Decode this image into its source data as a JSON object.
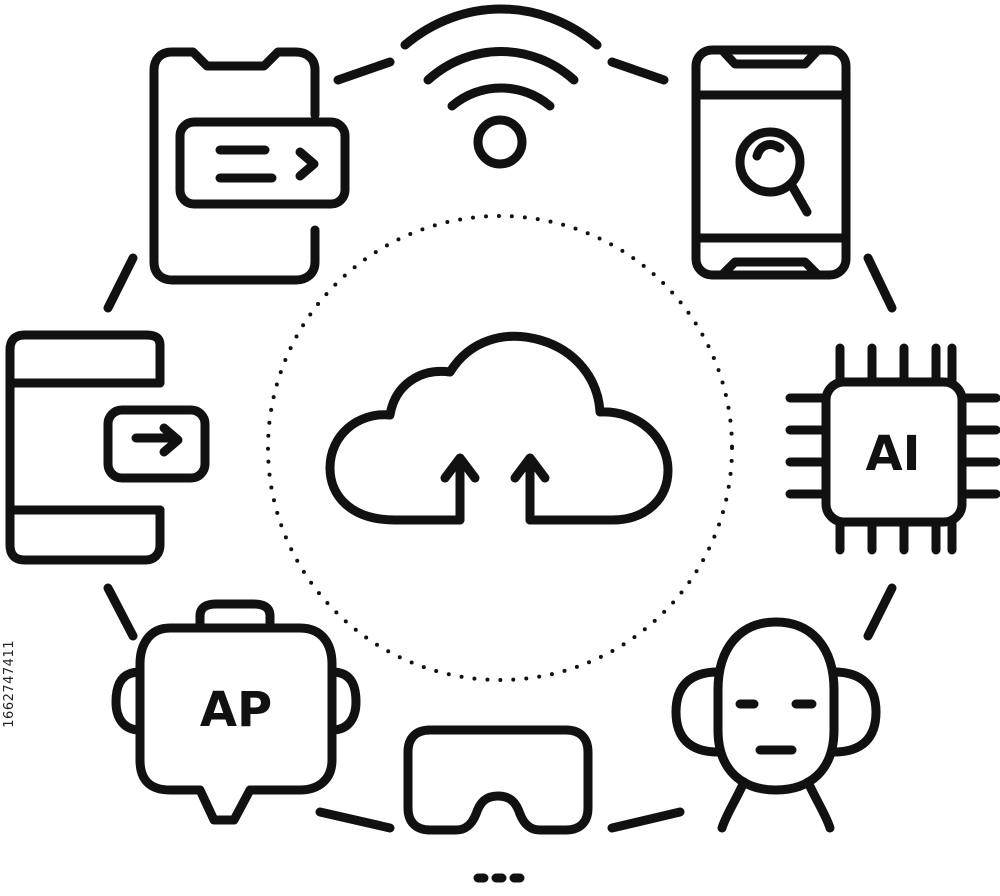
{
  "illustration": {
    "stroke_color": "#111111",
    "background": "#ffffff",
    "center_icon": "cloud-upload-icon",
    "icons": [
      "phone-message-icon",
      "wifi-icon",
      "phone-search-icon",
      "tablet-forward-icon",
      "ai-chip-icon",
      "robot-head-icon",
      "vr-headset-icon",
      "humanoid-robot-icon"
    ],
    "ai_chip_label": "AI",
    "robot_label": "AP",
    "stock_id": "1662747411"
  }
}
